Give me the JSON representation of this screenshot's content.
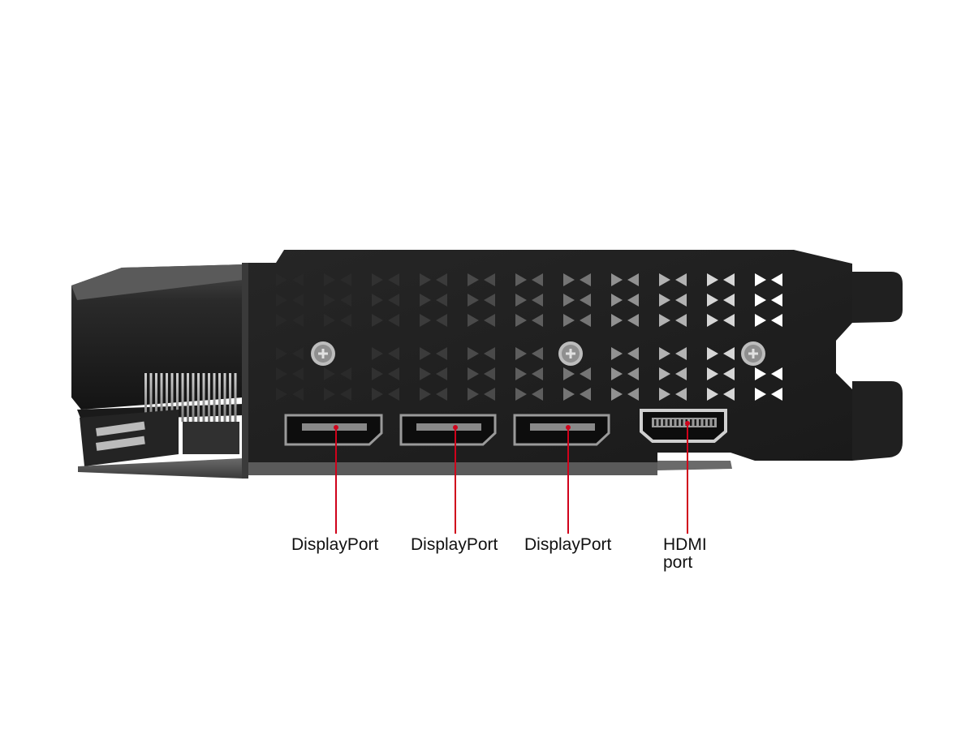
{
  "image": {
    "subject": "graphics-card-io-bracket",
    "background_color": "#ffffff",
    "bracket_color": "#1c1c1c",
    "leader_line_color": "#d0021b"
  },
  "callouts": [
    {
      "label": "DisplayPort",
      "connector": "displayport"
    },
    {
      "label": "DisplayPort",
      "connector": "displayport"
    },
    {
      "label": "DisplayPort",
      "connector": "displayport"
    },
    {
      "label_line1": "HDMI",
      "label_line2": "port",
      "connector": "hdmi"
    }
  ]
}
